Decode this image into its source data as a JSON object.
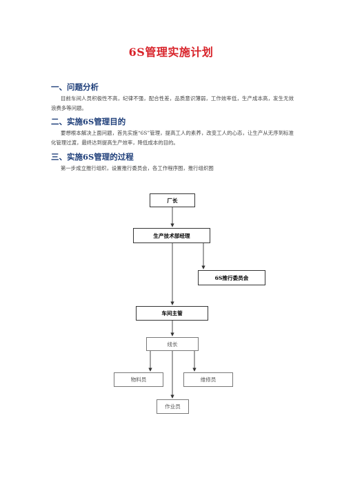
{
  "title": "6S管理实施计划",
  "sections": [
    {
      "heading": "一、问题分析",
      "body": "目前车间人员积极性不高，纪律不强，配合性差，品质意识薄弱，工作效率低，生产成本高，发生无效浪费多等问题。"
    },
    {
      "heading": "二、实施6S管理目的",
      "body": "要想根本解决上面问题，首先实施“6S”管理，提高工人的素养，改变工人的心态，让生产从无序到标准化管理过渡，最终达到提高生产效率，降低成本的目的。"
    },
    {
      "heading": "三、实施6S管理的过程",
      "body": "第一步成立推行组织，设置推行委员会，各工作程序图，推行组织图"
    }
  ],
  "org_chart": {
    "factory_director": "厂长",
    "production_tech_manager": "生产技术部经理",
    "committee": "6S推行委员会",
    "workshop_supervisor": "车间主管",
    "line_leader": "线长",
    "material_clerk": "物料员",
    "maintenance": "维修员",
    "operator": "作业员"
  }
}
